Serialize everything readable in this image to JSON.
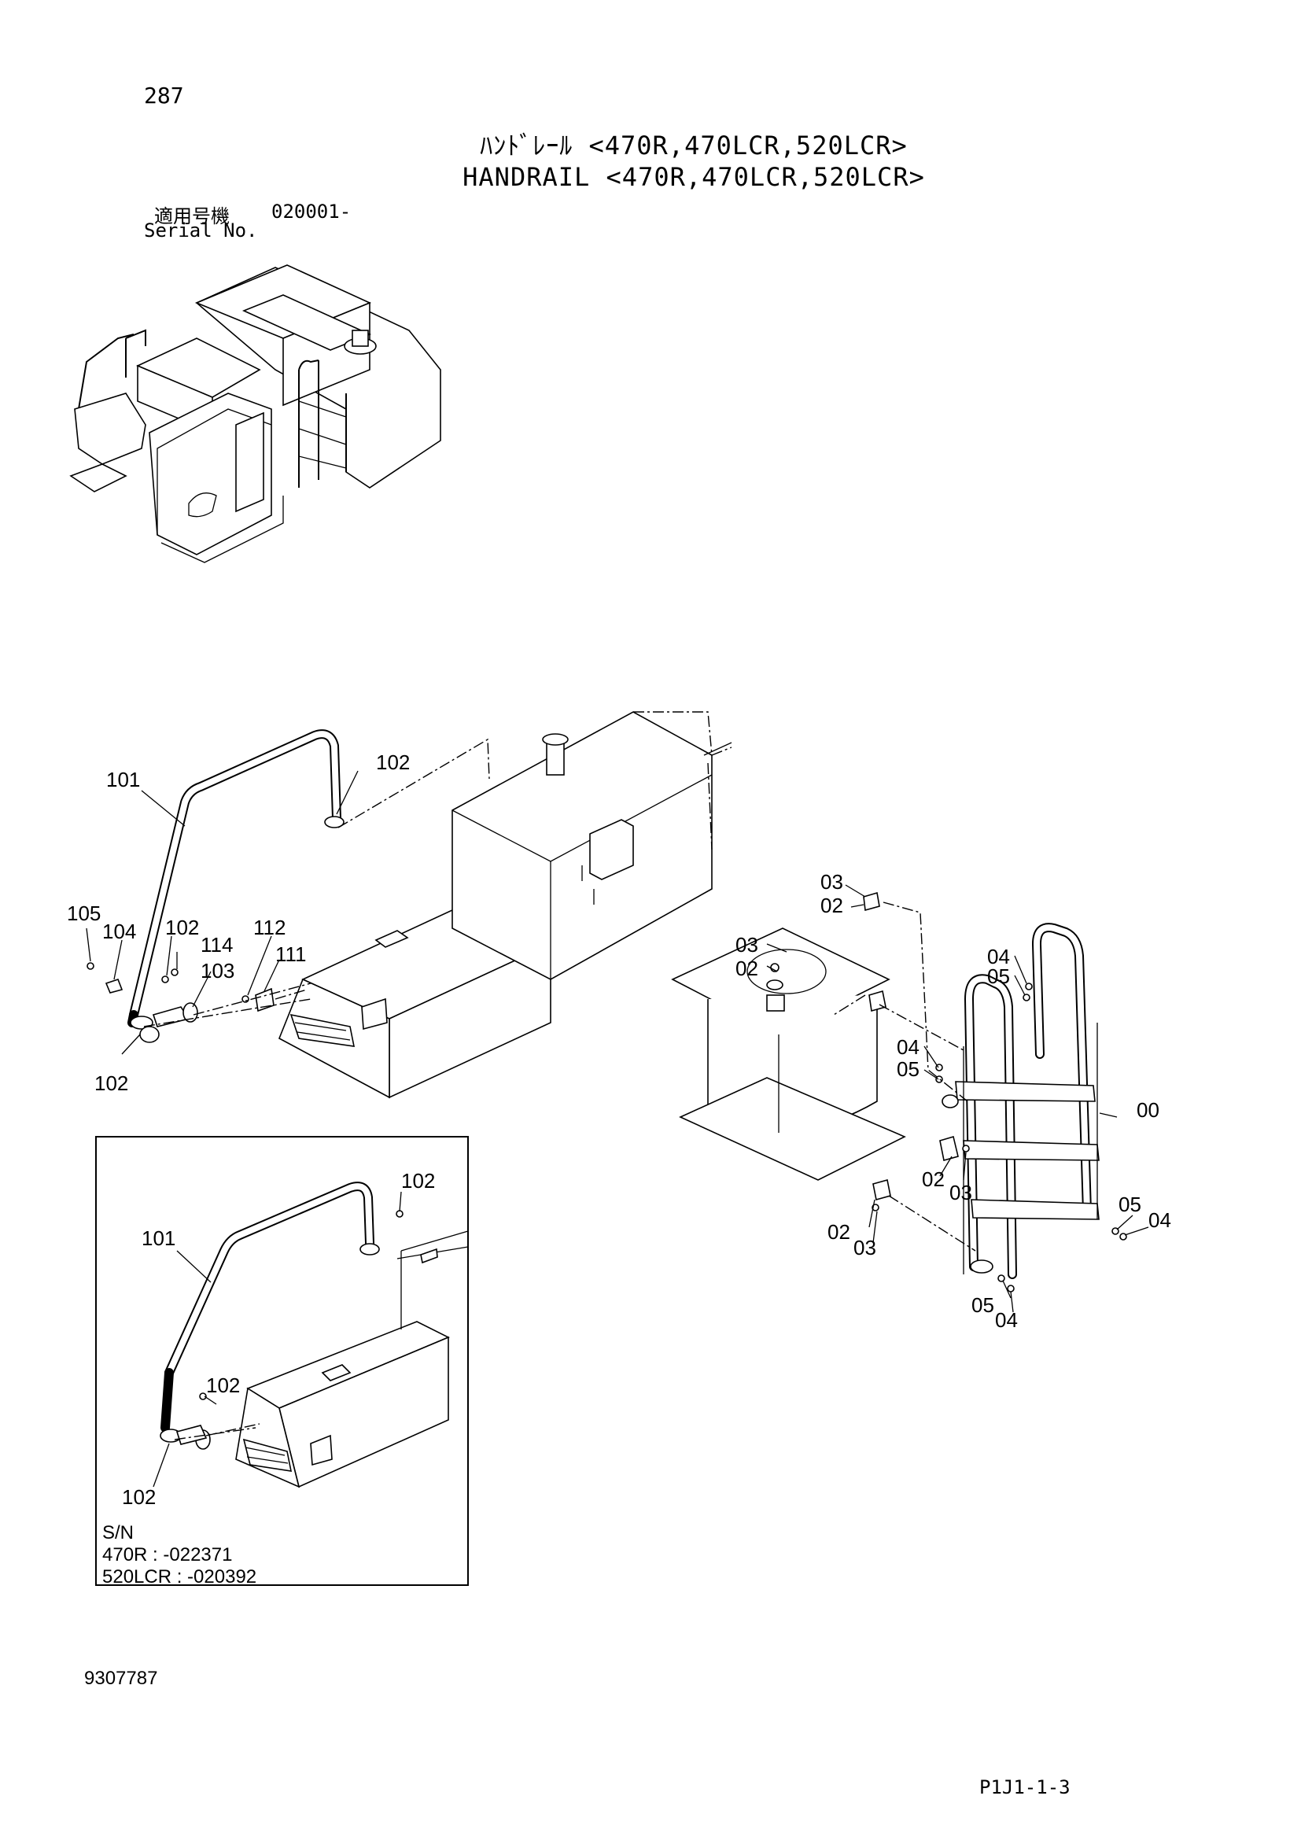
{
  "page_number": "287",
  "title_jp": "ﾊﾝﾄﾞﾚｰﾙ <470R,470LCR,520LCR>",
  "title_en": "HANDRAIL <470R,470LCR,520LCR>",
  "serial": {
    "label_jp": "適用号機",
    "code": "020001-",
    "label_en": "Serial No."
  },
  "callouts": {
    "c101": "101",
    "c102a": "102",
    "c105": "105",
    "c104": "104",
    "c102b": "102",
    "c114": "114",
    "c103": "103",
    "c112": "112",
    "c111": "111",
    "c102c": "102",
    "s03a": "03",
    "s02a": "02",
    "s03b": "03",
    "s02b": "02",
    "s04a": "04",
    "s05a": "05",
    "s04b": "04",
    "s05b": "05",
    "s00": "00",
    "s02c": "02",
    "s03c": "03",
    "s02d": "02",
    "s03d": "03",
    "s05c": "05",
    "s04c": "04",
    "s05d": "05",
    "s04d": "04",
    "i101": "101",
    "i102a": "102",
    "i102b": "102",
    "i102c": "102"
  },
  "inset_note": {
    "line1": "S/N",
    "line2": "470R : -022371",
    "line3": "520LCR : -020392"
  },
  "doc_number": "9307787",
  "page_code": "P1J1-1-3"
}
